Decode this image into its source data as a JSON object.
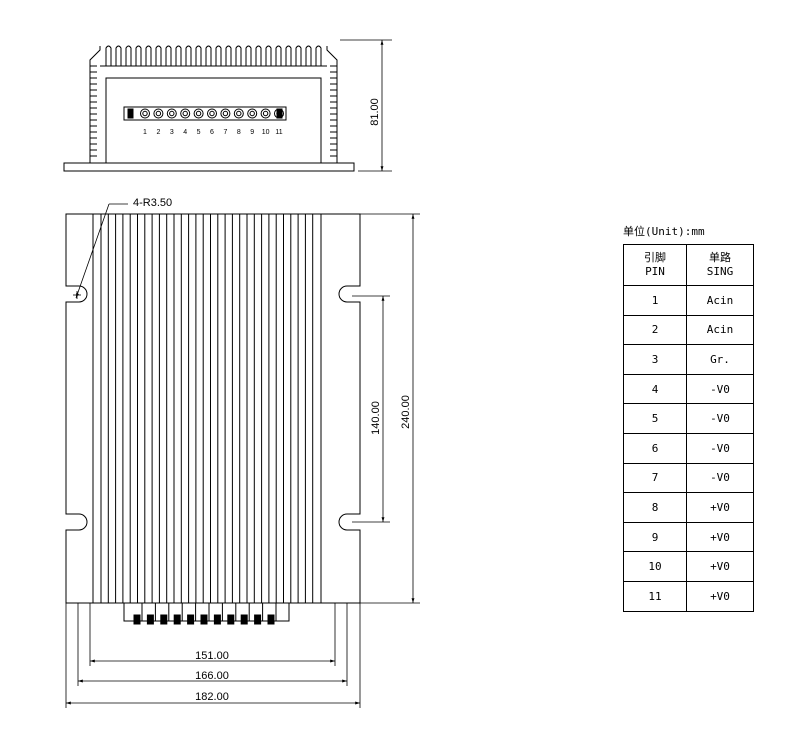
{
  "side_view": {
    "height_dim": "81.00",
    "pin_numbers": [
      "1",
      "2",
      "3",
      "4",
      "5",
      "6",
      "7",
      "8",
      "9",
      "10",
      "11"
    ]
  },
  "top_view": {
    "radius_callout": "4-R3.50",
    "slot_spacing_dim": "140.00",
    "length_dim": "240.00",
    "width_dims": [
      "151.00",
      "166.00",
      "182.00"
    ]
  },
  "pin_table": {
    "unit_caption": "单位(Unit):mm",
    "header": {
      "col1": [
        "引脚",
        "PIN"
      ],
      "col2": [
        "单路",
        "SING"
      ]
    },
    "rows": [
      {
        "pin": "1",
        "sig": "Acin"
      },
      {
        "pin": "2",
        "sig": "Acin"
      },
      {
        "pin": "3",
        "sig": "Gr."
      },
      {
        "pin": "4",
        "sig": "-V0"
      },
      {
        "pin": "5",
        "sig": "-V0"
      },
      {
        "pin": "6",
        "sig": "-V0"
      },
      {
        "pin": "7",
        "sig": "-V0"
      },
      {
        "pin": "8",
        "sig": "+V0"
      },
      {
        "pin": "9",
        "sig": "+V0"
      },
      {
        "pin": "10",
        "sig": "+V0"
      },
      {
        "pin": "11",
        "sig": "+V0"
      }
    ]
  }
}
